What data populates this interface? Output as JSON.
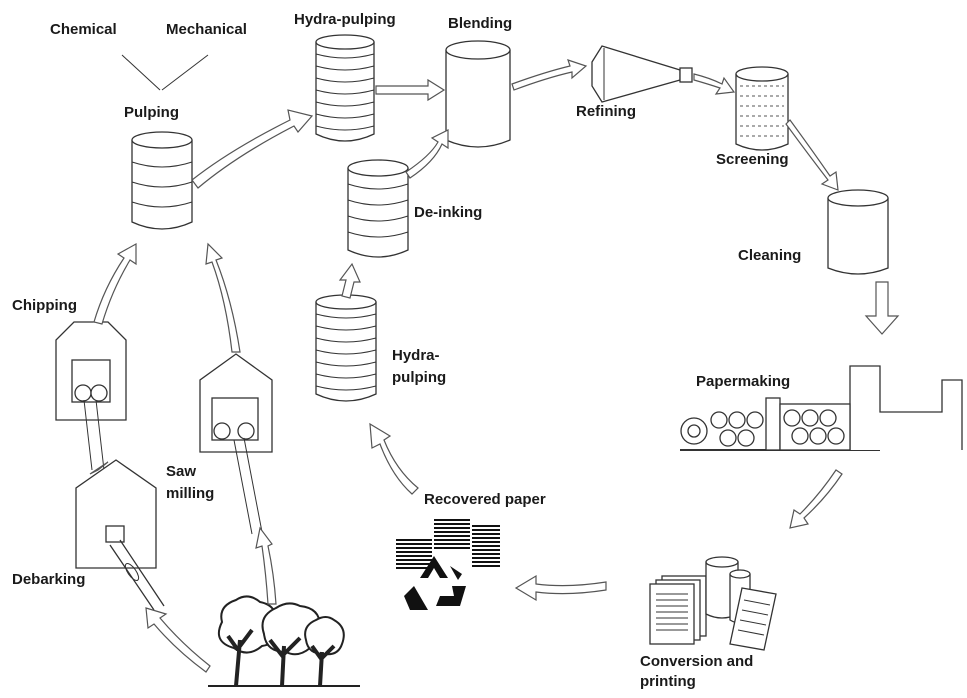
{
  "labels": {
    "chemical": "Chemical",
    "mechanical": "Mechanical",
    "pulping": "Pulping",
    "hydra_pulping_top": "Hydra-pulping",
    "blending": "Blending",
    "refining": "Refining",
    "screening": "Screening",
    "cleaning": "Cleaning",
    "de_inking": "De-inking",
    "hydra_pulping_lower_1": "Hydra-",
    "hydra_pulping_lower_2": "pulping",
    "chipping": "Chipping",
    "saw_milling_1": "Saw",
    "saw_milling_2": "milling",
    "debarking": "Debarking",
    "papermaking": "Papermaking",
    "recovered_paper": "Recovered paper",
    "conversion_1": "Conversion and",
    "conversion_2": "printing"
  },
  "icons": [
    "vat-icon",
    "cone-refiner-icon",
    "house-mill-icon",
    "trees-icon",
    "recycle-icon",
    "paper-machine-icon",
    "print-stack-icon"
  ],
  "colors": {
    "line": "#333333",
    "arrow_fill": "#ffffff",
    "text": "#1a1a1a"
  }
}
